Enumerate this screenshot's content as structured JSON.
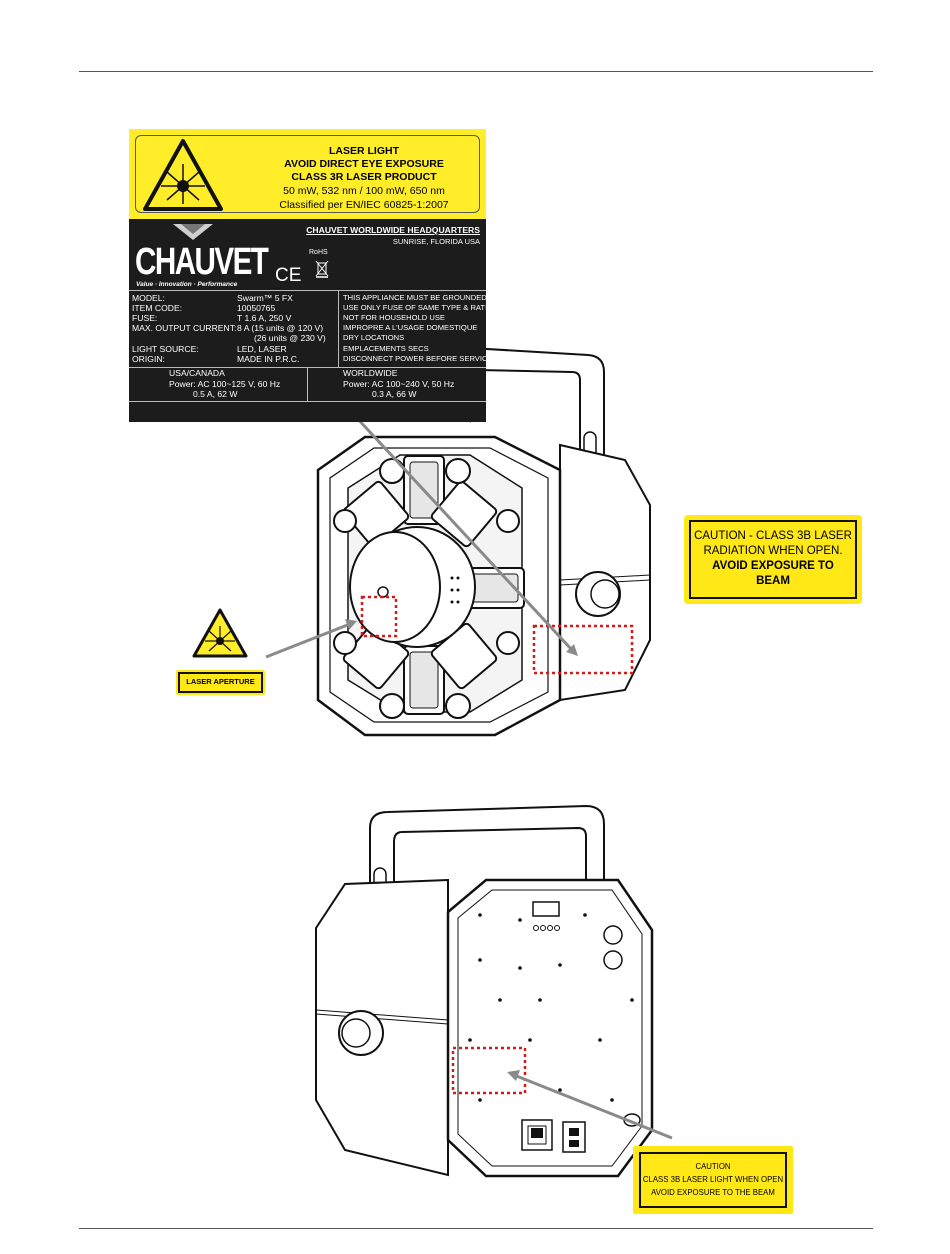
{
  "label": {
    "warning": {
      "line1": "LASER LIGHT",
      "line2": "AVOID DIRECT EYE EXPOSURE",
      "line3": "CLASS 3R LASER PRODUCT",
      "line4": "50 mW, 532 nm / 100 mW, 650 nm",
      "line5": "Classified per EN/IEC 60825-1:2007"
    },
    "brand": "CHAUVET",
    "tagline": "Value · Innovation · Performance",
    "hq": "CHAUVET WORLDWIDE HEADQUARTERS",
    "hq_location": "SUNRISE, FLORIDA USA",
    "rohs": "RoHS",
    "ce": "CE",
    "specs": [
      {
        "key": "MODEL:",
        "val": "Swarm™ 5 FX"
      },
      {
        "key": "ITEM CODE:",
        "val": "10050765"
      },
      {
        "key": "FUSE:",
        "val": "T 1.6 A, 250 V"
      },
      {
        "key": "MAX. OUTPUT CURRENT:",
        "val": "8 A  (15 units @ 120 V)"
      },
      {
        "key": "",
        "val": "(26 units @ 230 V)"
      },
      {
        "key": "LIGHT SOURCE:",
        "val": "LED, LASER"
      },
      {
        "key": "ORIGIN:",
        "val": "MADE IN P.R.C."
      }
    ],
    "notices": [
      "THIS APPLIANCE MUST BE GROUNDED",
      "USE ONLY FUSE OF SAME TYPE & RATING",
      "NOT FOR HOUSEHOLD USE",
      "IMPROPRE A L'USAGE DOMESTIQUE",
      "DRY LOCATIONS",
      "EMPLACEMENTS SECS",
      "DISCONNECT POWER BEFORE SERVICING"
    ],
    "power_us": {
      "region": "USA/CANADA",
      "line1": "Power: AC 100~125 V, 60 Hz",
      "line2": "0.5 A, 62 W"
    },
    "power_ww": {
      "region": "WORLDWIDE",
      "line1": "Power: AC 100~240 V, 50 Hz",
      "line2": "0.3 A, 66 W"
    }
  },
  "caution_top": {
    "line1": "CAUTION - CLASS 3B LASER",
    "line2": "RADIATION WHEN OPEN.",
    "line3": "AVOID EXPOSURE TO",
    "line4": "BEAM"
  },
  "aperture_label": "LASER APERTURE",
  "caution_bottom": {
    "line1": "CAUTION",
    "line2": "CLASS 3B LASER LIGHT WHEN OPEN",
    "line3": "AVOID EXPOSURE TO THE BEAM"
  },
  "colors": {
    "warning_yellow": "#ffed29",
    "label_black": "#1c1c1c",
    "callout_red": "#d61a1a",
    "arrow_gray": "#8a8a8a"
  }
}
